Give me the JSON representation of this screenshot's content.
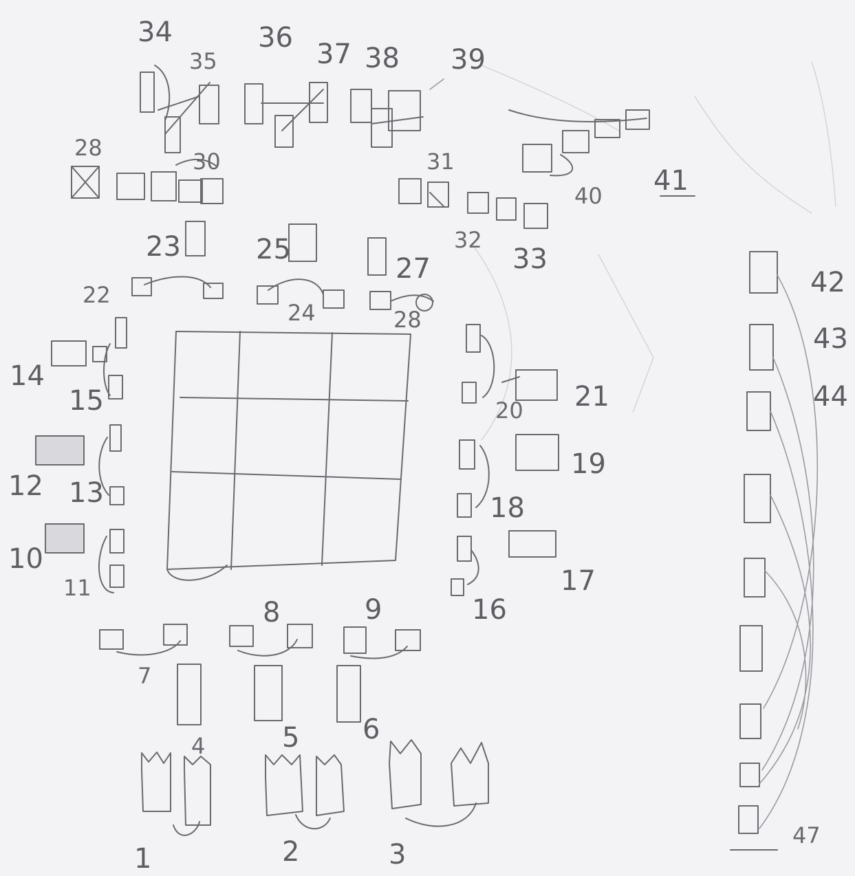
{
  "labels": {
    "n1": "1",
    "n2": "2",
    "n3": "3",
    "n4": "4",
    "n5": "5",
    "n6": "6",
    "n7": "7",
    "n8": "8",
    "n9": "9",
    "n10": "10",
    "n11": "11",
    "n12": "12",
    "n13": "13",
    "n14": "14",
    "n15": "15",
    "n16": "16",
    "n17": "17",
    "n18": "18",
    "n19": "19",
    "n20": "20",
    "n21": "21",
    "n22": "22",
    "n23": "23",
    "n24": "24",
    "n25": "25",
    "n27": "27",
    "n28a": "28",
    "n28b": "28",
    "n30": "30",
    "n31": "31",
    "n32": "32",
    "n33": "33",
    "n34": "34",
    "n35": "35",
    "n36": "36",
    "n37": "37",
    "n38": "38",
    "n39": "39",
    "n40": "40",
    "n41": "41",
    "n42": "42",
    "n43": "43",
    "n44": "44",
    "n47": "47"
  }
}
